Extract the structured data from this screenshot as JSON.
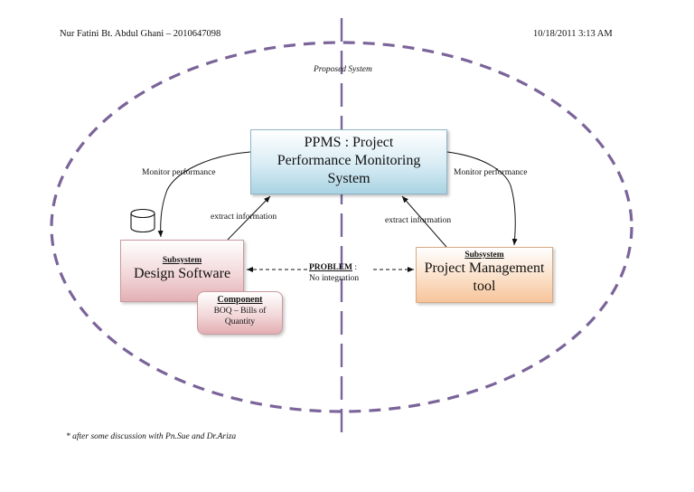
{
  "header": {
    "author": "Nur Fatini Bt. Abdul Ghani – 2010647098",
    "datetime": "10/18/2011 3:13 AM"
  },
  "diagram": {
    "boundary_label": "Proposed System",
    "boundary_color": "#7a6499",
    "central_system": {
      "lines": [
        "PPMS : Project",
        "Performance Monitoring",
        "System"
      ]
    },
    "left_subsystem": {
      "heading": "Subsystem",
      "title": "Design Software",
      "icon": "database-icon"
    },
    "component": {
      "heading": "Component",
      "lines": [
        "BOQ – Bills of",
        "Quantity"
      ]
    },
    "right_subsystem": {
      "heading": "Subsystem",
      "lines": [
        "Project Management",
        "tool"
      ]
    },
    "problem": {
      "label": "PROBLEM",
      "separator": " :",
      "detail": "No integration"
    },
    "edges": {
      "monitor_left": "Monitor performance",
      "monitor_right": "Monitor performance",
      "extract_left": "extract information",
      "extract_right": "extract information"
    }
  },
  "footnote": "*  after some discussion with Pn.Sue and Dr.Ariza"
}
